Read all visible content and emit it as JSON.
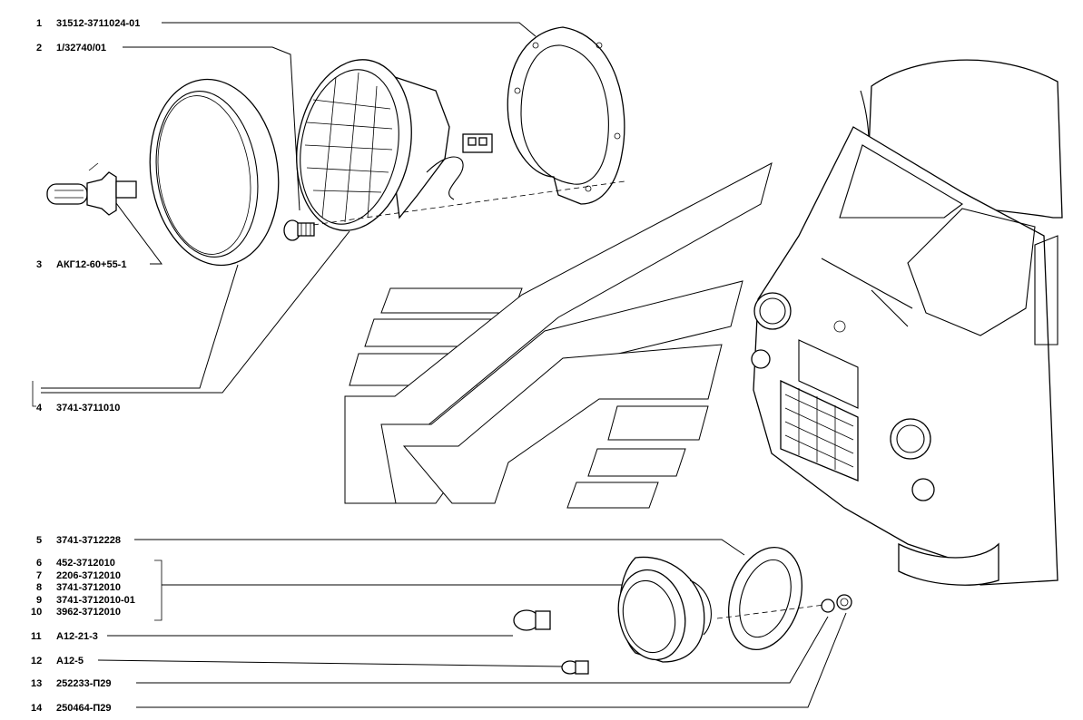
{
  "parts": [
    {
      "num": "1",
      "code": "31512-3711024-01"
    },
    {
      "num": "2",
      "code": "1/32740/01"
    },
    {
      "num": "3",
      "code": "АКГ12-60+55-1"
    },
    {
      "num": "4",
      "code": "3741-3711010"
    },
    {
      "num": "5",
      "code": "3741-3712228"
    },
    {
      "num": "6",
      "code": "452-3712010"
    },
    {
      "num": "7",
      "code": "2206-3712010"
    },
    {
      "num": "8",
      "code": "3741-3712010"
    },
    {
      "num": "9",
      "code": "3741-3712010-01"
    },
    {
      "num": "10",
      "code": "3962-3712010"
    },
    {
      "num": "11",
      "code": "А12-21-3"
    },
    {
      "num": "12",
      "code": "А12-5"
    },
    {
      "num": "13",
      "code": "252233-П29"
    },
    {
      "num": "14",
      "code": "250464-П29"
    }
  ]
}
